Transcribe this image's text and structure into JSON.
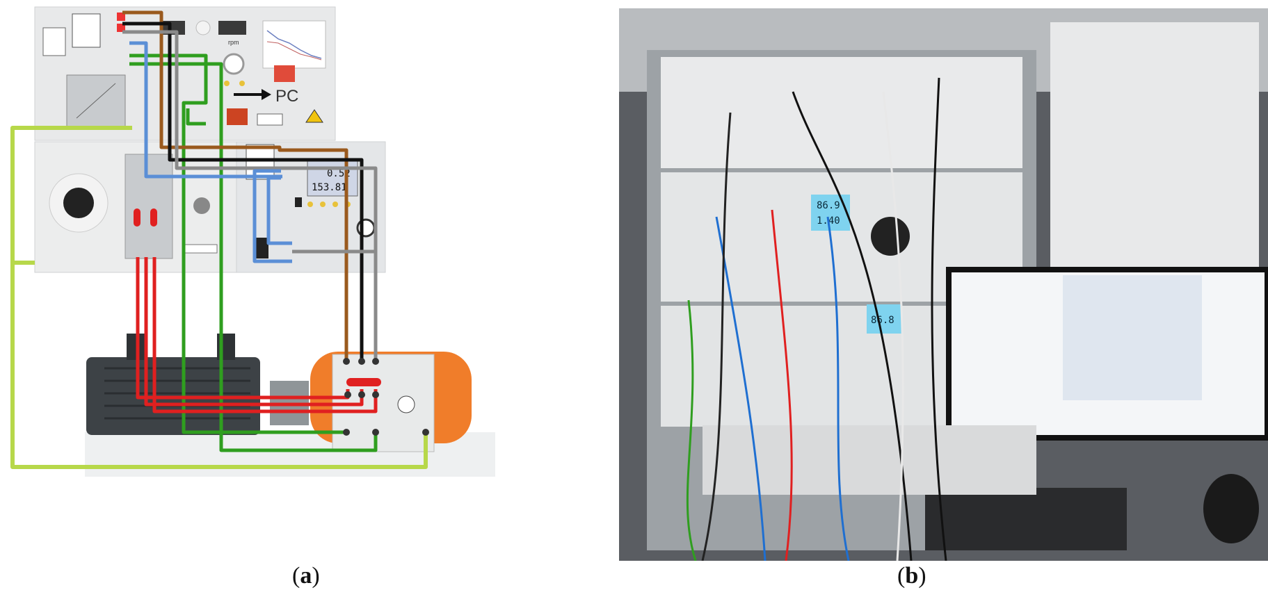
{
  "figure": {
    "panel_a": {
      "caption": "a",
      "pc_label": "PC",
      "rpm_label": "rpm",
      "display_values": [
        "0.52",
        "153.81"
      ]
    },
    "panel_b": {
      "caption": "b",
      "display_upper": [
        "86.9",
        "1.40"
      ],
      "display_lower": "86.8"
    }
  },
  "colors": {
    "wire_brown": "#9a5a1e",
    "wire_black": "#111111",
    "wire_gray": "#8a8a8a",
    "wire_blue": "#5b8fd6",
    "wire_green": "#2f9e1f",
    "wire_yellowgreen": "#b7d84a",
    "wire_red": "#e02020",
    "motor_dark": "#3d4246",
    "motor_orange": "#f07d2a",
    "panel_gray": "#e6e7e8"
  }
}
